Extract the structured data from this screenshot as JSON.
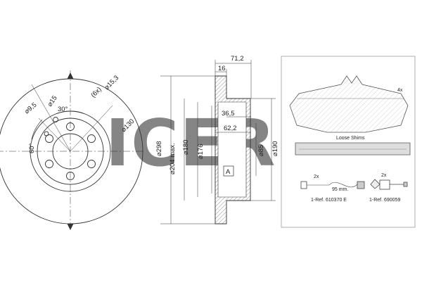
{
  "brand": {
    "watermark": "ICER",
    "color": "#c5ccd8"
  },
  "front_view": {
    "bolt_count_label": "(6x)",
    "bolt_hole_dia": "⌀15,3",
    "center_hole_dia": "⌀15",
    "small_hole_dia": "⌀9,5",
    "angle_30": "30°",
    "angle_60": "60°",
    "pcd": "⌀130"
  },
  "side_view": {
    "total_height": "71,2",
    "disc_thickness": "16",
    "hat_inner": "36,5",
    "hat_height": "62,2",
    "outer_dia": "⌀298",
    "friction_inner": "⌀204 max.",
    "hat_outer": "⌀180",
    "hub_dia": "⌀176",
    "centre_bore": "⌀85",
    "hat_dia": "⌀190",
    "section_label": "A"
  },
  "pads_kit": {
    "quantity": "4x",
    "shims_label": "Loose Shims",
    "sensor_left_qty": "2x",
    "sensor_left_length": "95 mm.",
    "sensor_left_ref": "1-Ref. 610370 E",
    "sensor_right_qty": "2x",
    "sensor_right_ref": "1-Ref. 690059"
  }
}
